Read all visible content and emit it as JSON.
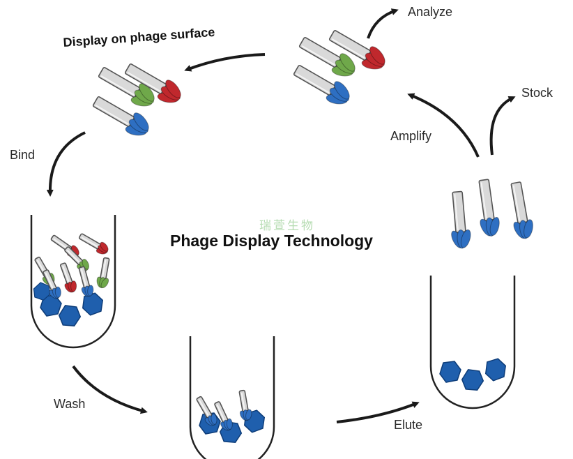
{
  "title": "Phage Display Technology",
  "watermark": "瑞萱生物",
  "steps": {
    "display": "Display on phage surface",
    "bind": "Bind",
    "wash": "Wash",
    "elute": "Elute",
    "amplify": "Amplify",
    "analyze": "Analyze",
    "stock": "Stock"
  },
  "colors": {
    "arrow": "#1a1a1a",
    "phage_body": "#d9d9d9",
    "phage_outline": "#555555",
    "protein_red": "#c0282d",
    "protein_green": "#6fa84a",
    "protein_blue": "#2e6fc2",
    "target_blue": "#1f5fad"
  }
}
